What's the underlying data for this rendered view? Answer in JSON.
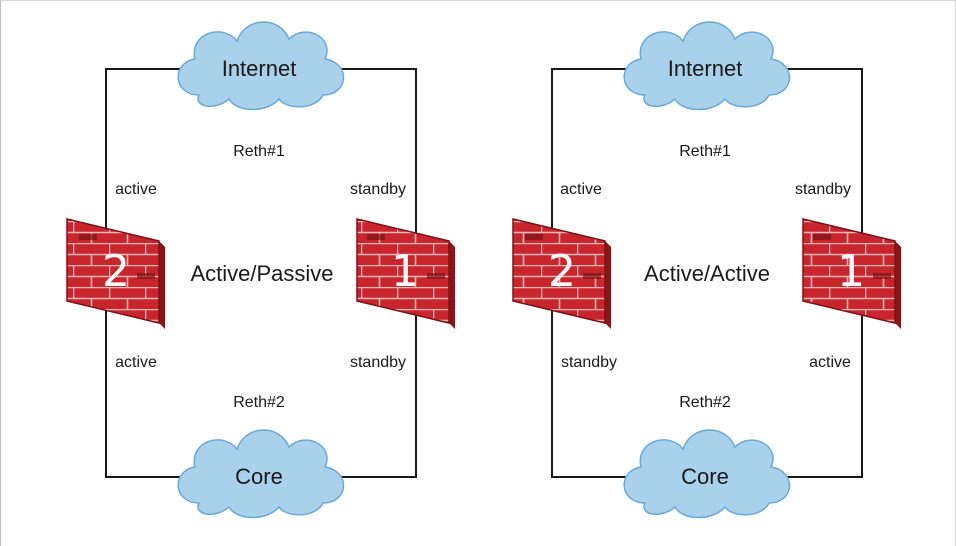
{
  "colors": {
    "line": "#1a1a1a",
    "cloud_fill": "#a9d1ec",
    "cloud_stroke": "#6aa9d6",
    "firewall_face": "#c8262c",
    "firewall_side": "#8b1418",
    "firewall_mortar": "#f2b8b8",
    "firewall_number": "#ffffff"
  },
  "diagrams": [
    {
      "mode_label": "Active/Passive",
      "top_cloud": "Internet",
      "bottom_cloud": "Core",
      "reth_top": "Reth#1",
      "reth_bottom": "Reth#2",
      "left_firewall": {
        "number": "2",
        "top_state": "active",
        "bottom_state": "active"
      },
      "right_firewall": {
        "number": "1",
        "top_state": "standby",
        "bottom_state": "standby"
      }
    },
    {
      "mode_label": "Active/Active",
      "top_cloud": "Internet",
      "bottom_cloud": "Core",
      "reth_top": "Reth#1",
      "reth_bottom": "Reth#2",
      "left_firewall": {
        "number": "2",
        "top_state": "active",
        "bottom_state": "standby"
      },
      "right_firewall": {
        "number": "1",
        "top_state": "standby",
        "bottom_state": "active"
      }
    }
  ]
}
